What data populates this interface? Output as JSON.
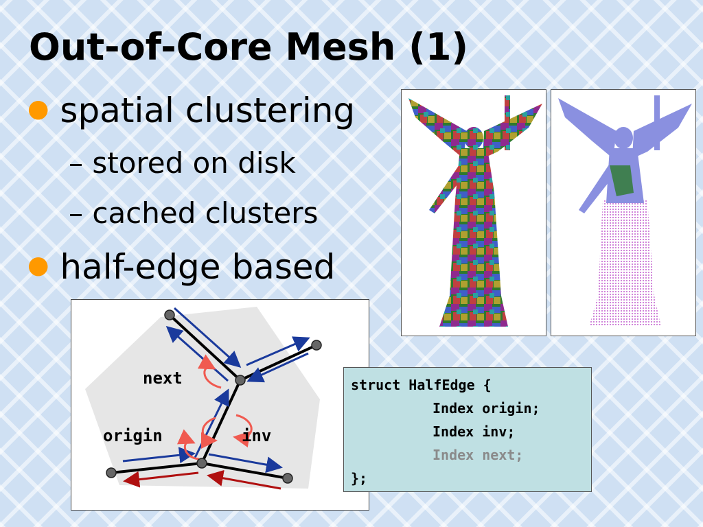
{
  "slide": {
    "title": "Out-of-Core Mesh (1)",
    "bullets": [
      {
        "text": "spatial clustering",
        "subitems": [
          "– stored on disk",
          "– cached clusters"
        ]
      },
      {
        "text": "half-edge based"
      }
    ]
  },
  "diagram": {
    "labels": {
      "next": "next",
      "origin": "origin",
      "inv": "inv"
    }
  },
  "code": {
    "lines": [
      "struct HalfEdge {",
      "Index origin;",
      "Index inv;",
      "Index next;",
      "};"
    ]
  },
  "colors": {
    "bullet": "#ff9900",
    "code_box_bg": "#bfe0e3",
    "blue_arrow": "#1a3a9c",
    "red_arrow": "#b01010",
    "curl_arrow": "#f05a50"
  },
  "images": {
    "left": "statue-clustered-colorful",
    "right": "statue-partially-loaded-blue-magenta"
  }
}
